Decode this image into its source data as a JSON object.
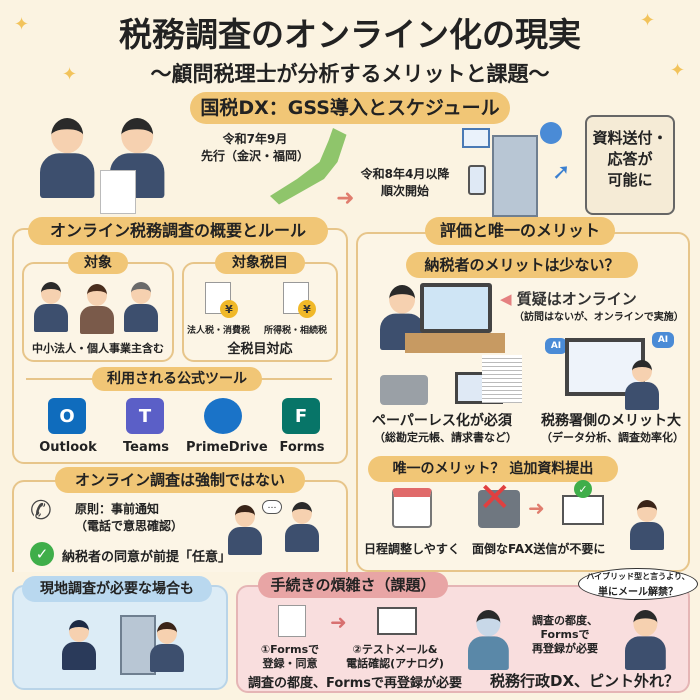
{
  "title": "税務調査のオンライン化の現実",
  "subtitle": "〜顧問税理士が分析するメリットと課題〜",
  "gss": {
    "heading": "国税DX：GSS導入とスケジュール",
    "date1": "令和7年9月",
    "date1_sub": "先行（金沢・福岡）",
    "date2": "令和8年4月以降",
    "date2_sub": "順次開始",
    "scroll_l1": "資料送付・",
    "scroll_l2": "応答が",
    "scroll_l3": "可能に"
  },
  "overview": {
    "heading": "オンライン税務調査の概要とルール",
    "target_heading": "対象",
    "target_text": "中小法人・個人事業主含む",
    "tax_heading": "対象税目",
    "tax1": "法人税・消費税",
    "tax2": "所得税・相続税",
    "tax_all": "全税目対応",
    "yen": "¥",
    "tools_heading": "利用される公式ツール",
    "tools": [
      {
        "name": "Outlook",
        "letter": "O",
        "color": "#0f6cbd"
      },
      {
        "name": "Teams",
        "letter": "T",
        "color": "#5b5fc7"
      },
      {
        "name": "PrimeDrive",
        "letter": "",
        "color": "#1a73c8"
      },
      {
        "name": "Forms",
        "letter": "F",
        "color": "#077568"
      }
    ]
  },
  "voluntary": {
    "heading": "オンライン調査は強制ではない",
    "rule": "原則：事前通知",
    "rule_sub": "（電話で意思確認）",
    "consent": "納税者の同意が前提「任意」",
    "dots": "…"
  },
  "onsite": {
    "heading": "現地調査が必要な場合も"
  },
  "merit": {
    "heading": "評価と唯一のメリット",
    "sub1": "納税者のメリットは少ない？",
    "qa": "質疑はオンライン",
    "qa_sub": "（訪問はないが、オンラインで実施）",
    "paperless": "ペーパーレス化が必須",
    "paperless_sub": "（総勘定元帳、請求書など）",
    "office": "税務署側のメリット大",
    "office_sub": "（データ分析、調査効率化）",
    "ai": "AI",
    "sub2": "唯一のメリット？ 追加資料提出",
    "schedule": "日程調整しやすく",
    "fax": "面倒なFAX送信が不要に"
  },
  "issues": {
    "heading": "手続きの煩雑さ（課題）",
    "step1_l1": "①Formsで",
    "step1_l2": "登録・同意",
    "step2_l1": "②テストメール&",
    "step2_l2": "電話確認(アナログ)",
    "bottom": "調査の都度、Formsで再登録が必要",
    "worry_l1": "調査の都度、",
    "worry_l2": "Formsで",
    "worry_l3": "再登録が必要",
    "bubble_l1": "ハイブリッド型と言うより、",
    "bubble_l2": "単にメール解禁？",
    "conclusion": "税務行政DX、ピント外れ？"
  },
  "colors": {
    "background": "#fbf3e1",
    "pill": "#f1c676",
    "pink": "#f9dede",
    "blue": "#dcecf6"
  }
}
